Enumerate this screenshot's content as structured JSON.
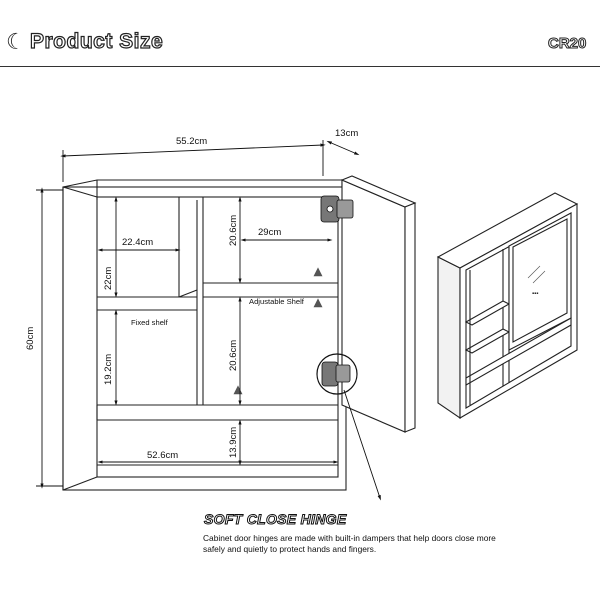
{
  "header": {
    "title": "Product Size",
    "model": "CR20"
  },
  "dimensions": {
    "overall_width": "55.2cm",
    "depth": "13cm",
    "height": "60cm",
    "top_left_width": "22.4cm",
    "top_left_height": "22cm",
    "mid_left_height": "19.2cm",
    "top_right_height": "20.6cm",
    "top_right_width": "29cm",
    "bottom_right_height": "20.6cm",
    "bottom_width": "52.6cm",
    "bottom_height": "13.9cm"
  },
  "labels": {
    "fixed_shelf": "Fixed shelf",
    "adjustable_shelf": "Adjustable Shelf"
  },
  "hinge": {
    "title": "SOFT CLOSE HINGE",
    "description": "Cabinet door hinges are made with built-in dampers that help doors close more safely and quietly to protect hands and fingers."
  }
}
